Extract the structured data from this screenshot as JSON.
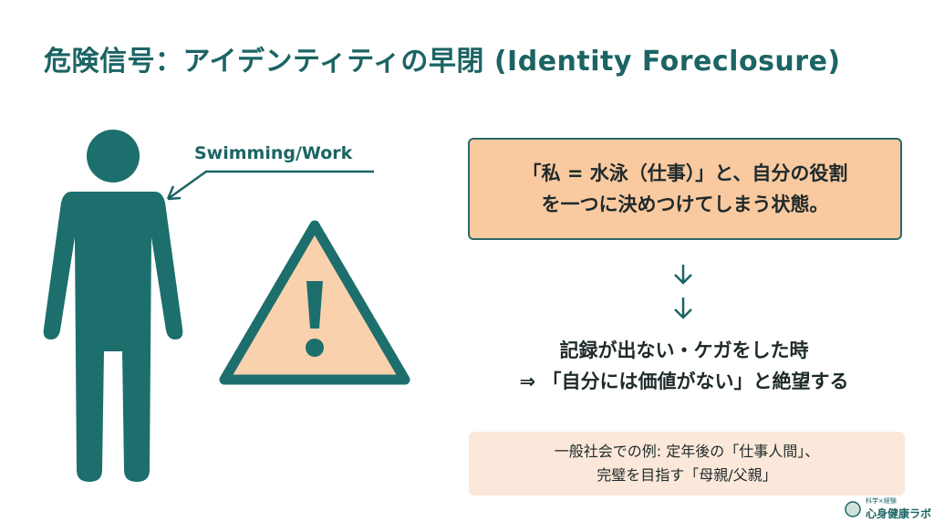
{
  "title": "危険信号：アイデンティティの早閉 (Identity Foreclosure)",
  "figure_label": "Swimming/Work",
  "definition": {
    "line1": "「私 = 水泳（仕事）」と、自分の役割",
    "line2": "を一つに決めつけてしまう状態。"
  },
  "consequence": {
    "line1": "記録が出ない・ケガをした時",
    "line2": "⇒ 「自分には価値がない」と絶望する"
  },
  "example": {
    "line1": "一般社会での例: 定年後の「仕事人間」、",
    "line2": "完璧を目指す「母親/父親」"
  },
  "logo": {
    "small": "科学×経験",
    "name": "心身健康ラボ"
  },
  "colors": {
    "teal": "#1c6464",
    "orange": "#f9c9a0",
    "light": "#fbe8da"
  }
}
